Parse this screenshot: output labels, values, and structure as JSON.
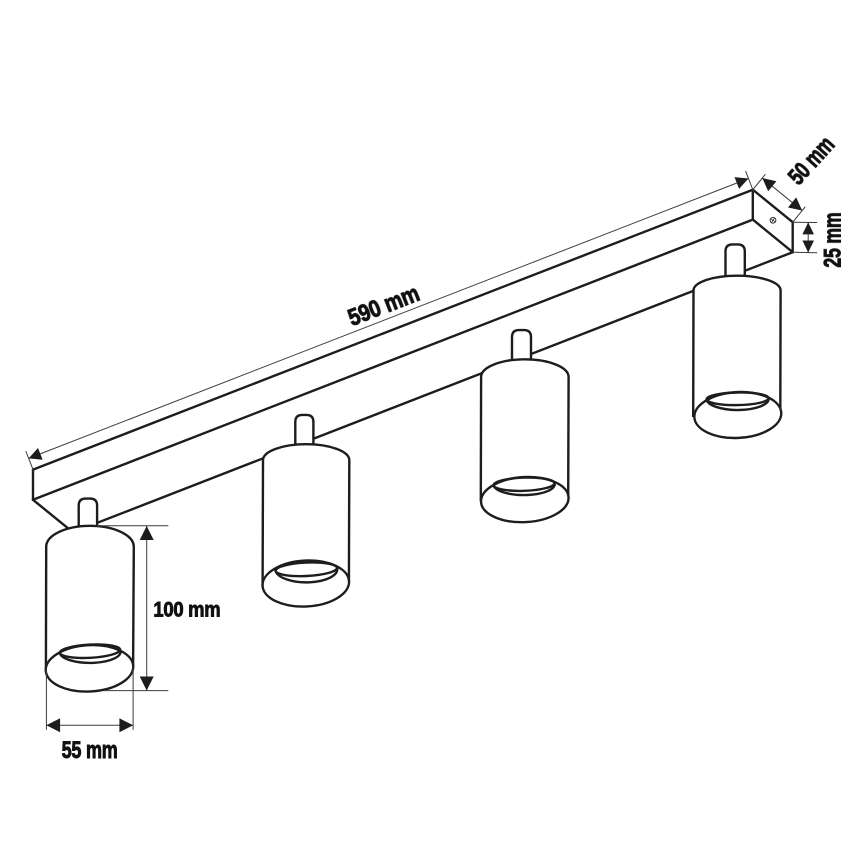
{
  "diagram": {
    "type": "technical-dimension-drawing",
    "subject": "4-spot ceiling light bar, oblique line drawing",
    "colors": {
      "line": "#1d1d1b",
      "background": "#ffffff"
    },
    "dimensions": {
      "bar_length": {
        "label": "590 mm",
        "value": 590,
        "unit": "mm"
      },
      "bar_depth": {
        "label": "50 mm",
        "value": 50,
        "unit": "mm"
      },
      "bar_height": {
        "label": "25 mm",
        "value": 25,
        "unit": "mm"
      },
      "spot_height": {
        "label": "100 mm",
        "value": 100,
        "unit": "mm"
      },
      "spot_diameter": {
        "label": "55 mm",
        "value": 55,
        "unit": "mm"
      }
    },
    "spot_count": 4
  }
}
